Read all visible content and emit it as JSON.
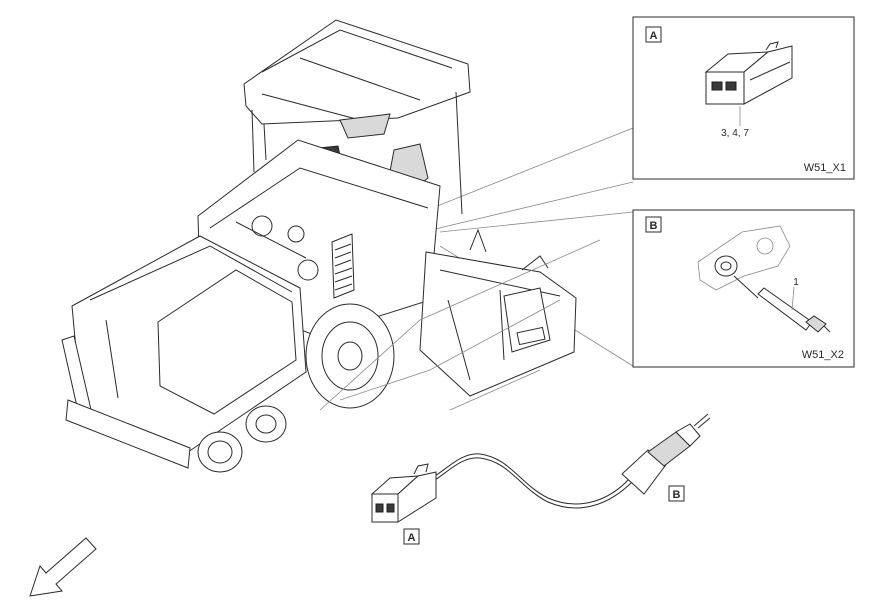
{
  "callouts": {
    "a": {
      "tag": "A",
      "label": "3, 4, 7",
      "code": "W51_X1"
    },
    "b": {
      "tag": "B",
      "label": "1",
      "code": "W51_X2"
    }
  },
  "harness": {
    "tag_a": "A",
    "tag_b": "B"
  }
}
